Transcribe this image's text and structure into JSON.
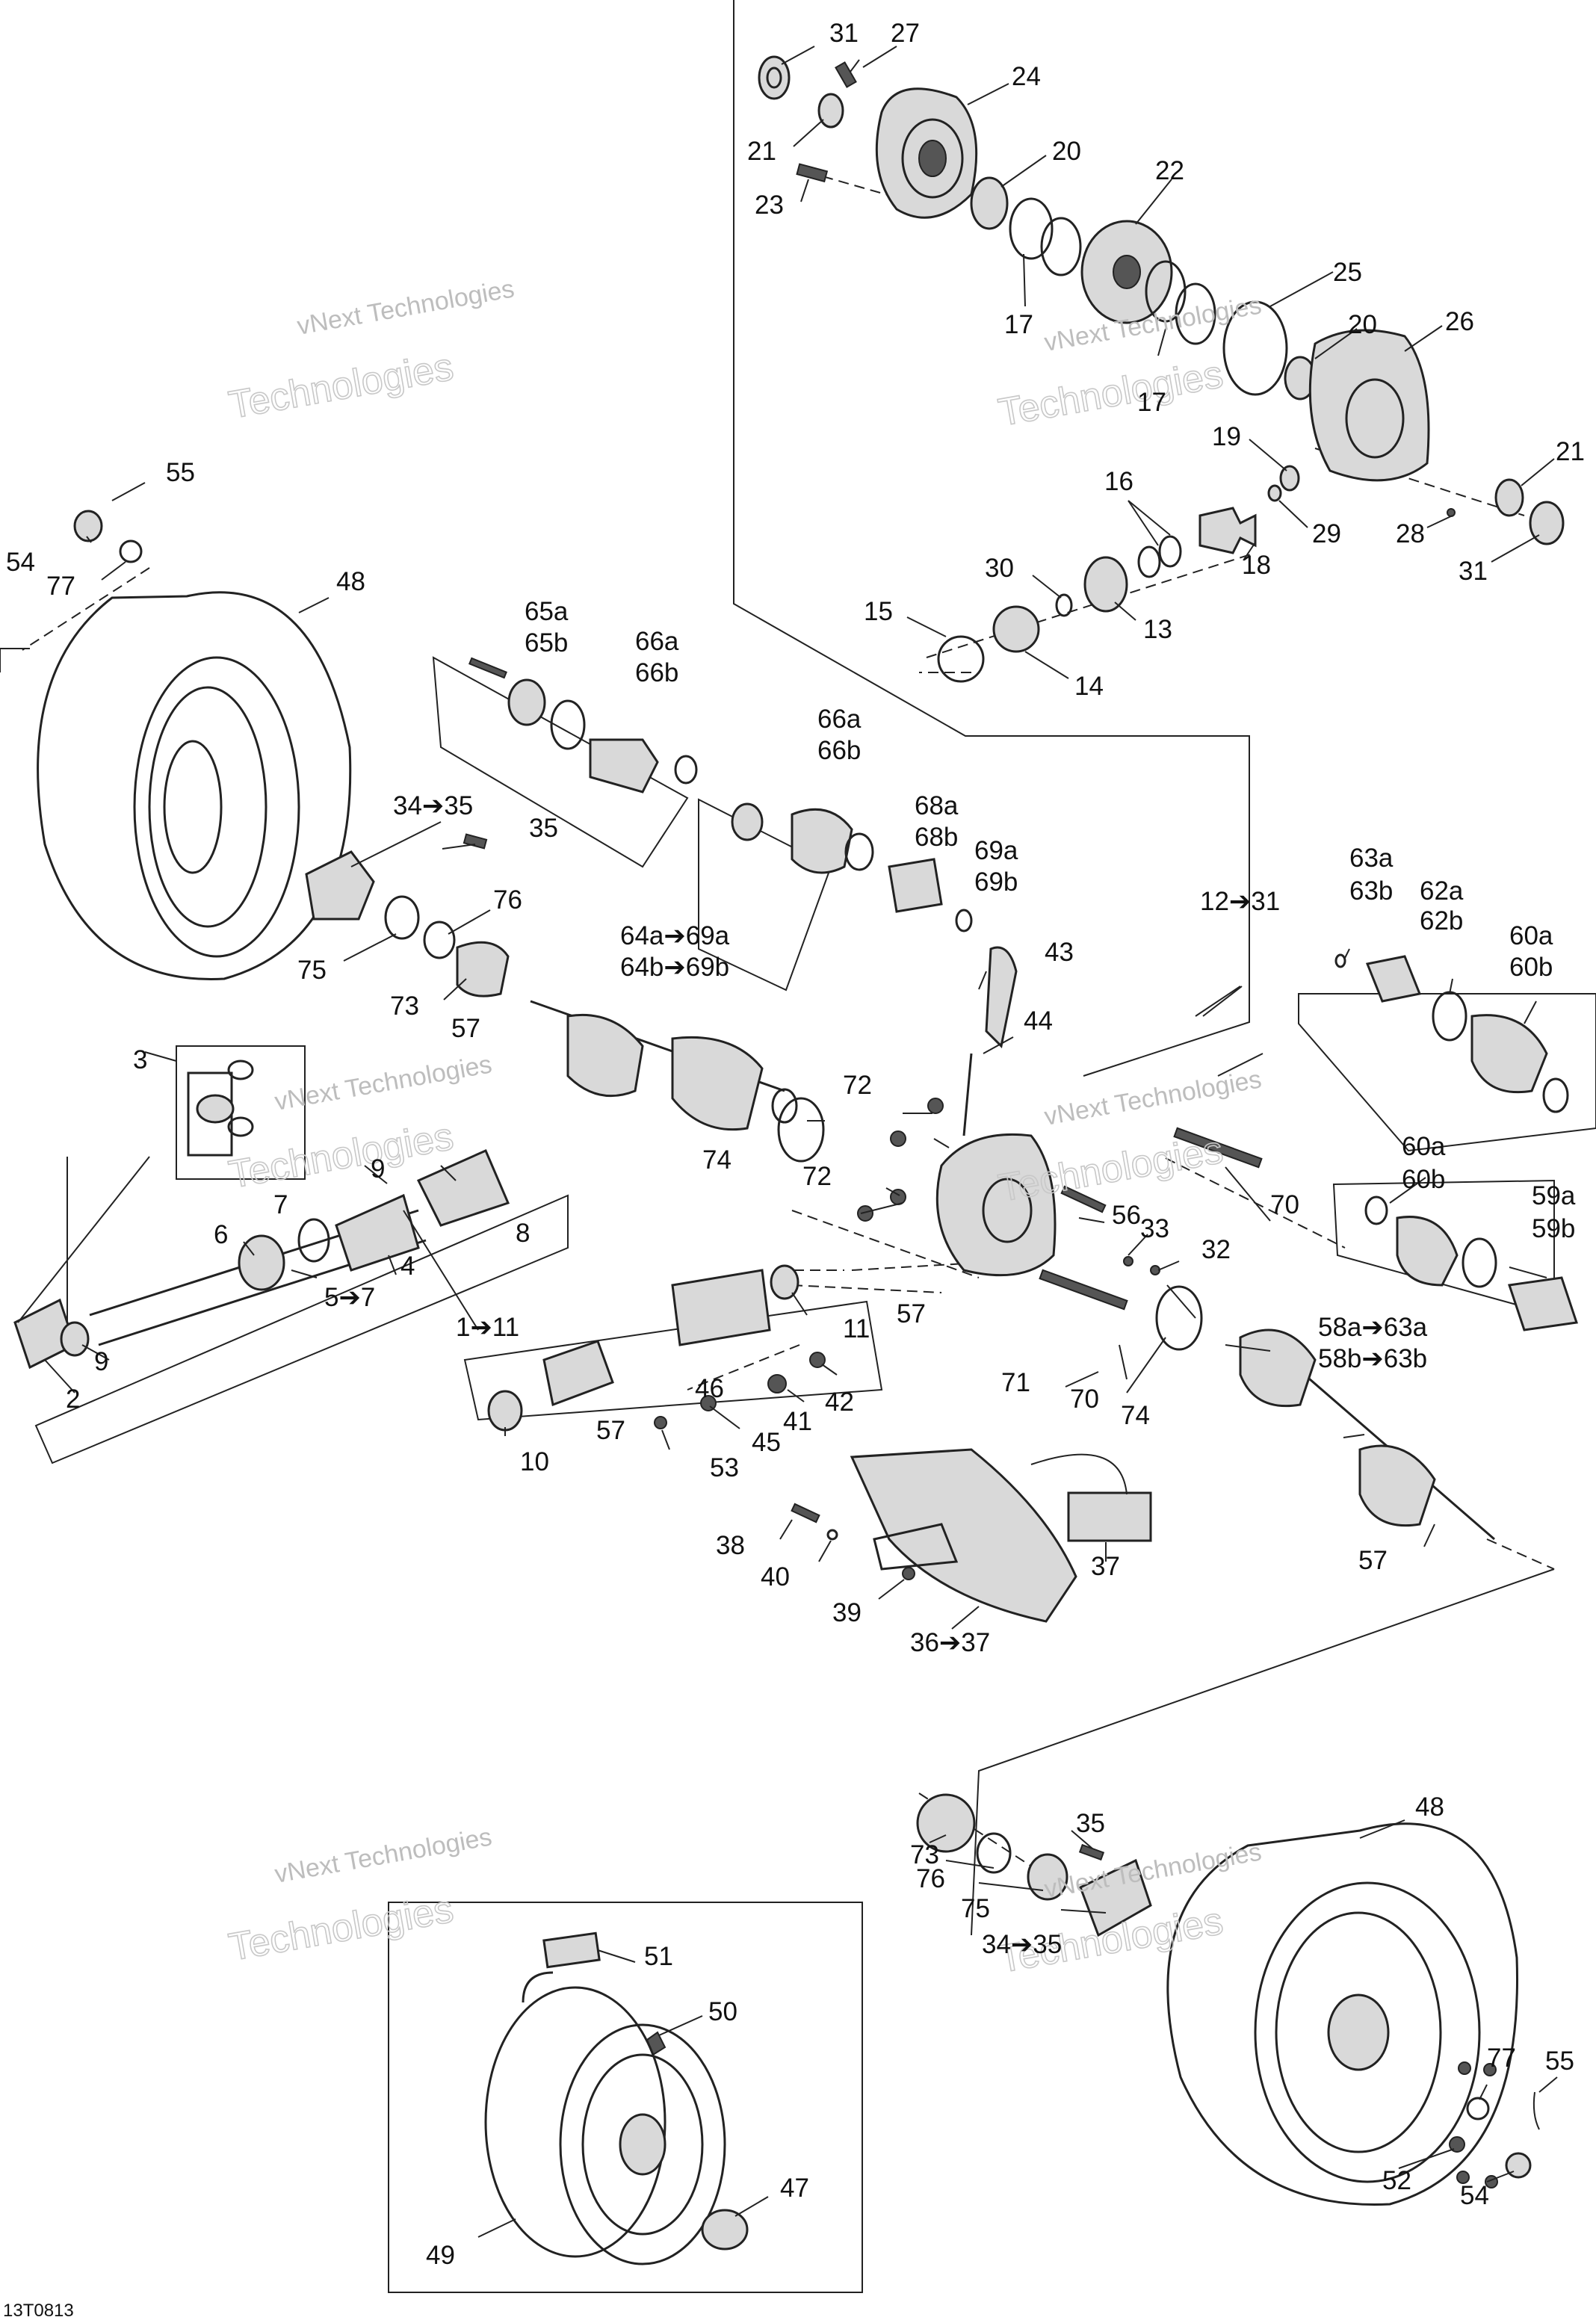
{
  "callouts": [
    "31",
    "27",
    "24",
    "21",
    "20",
    "23",
    "22",
    "17",
    "25",
    "20",
    "26",
    "17",
    "19",
    "21",
    "16",
    "29",
    "28",
    "31",
    "18",
    "30",
    "13",
    "15",
    "14",
    "55",
    "54",
    "77",
    "48",
    "65a",
    "65b",
    "66a",
    "66b",
    "66a",
    "66b",
    "68a",
    "68b",
    "69a",
    "69b",
    "34➔35",
    "35",
    "76",
    "75",
    "73",
    "57",
    "64a➔69a",
    "64b➔69b",
    "43",
    "44",
    "12➔31",
    "63a",
    "63b",
    "62a",
    "62b",
    "60a",
    "60b",
    "3",
    "72",
    "9",
    "7",
    "6",
    "4",
    "5➔7",
    "8",
    "74",
    "72",
    "56",
    "70",
    "33",
    "32",
    "60a",
    "60b",
    "59a",
    "59b",
    "11",
    "57",
    "1➔11",
    "9",
    "2",
    "46",
    "57",
    "42",
    "41",
    "45",
    "10",
    "53",
    "71",
    "70",
    "74",
    "58a➔63a",
    "58b➔63b",
    "38",
    "40",
    "39",
    "37",
    "36➔37",
    "57",
    "48",
    "73",
    "35",
    "76",
    "75",
    "34➔35",
    "51",
    "50",
    "77",
    "55",
    "49",
    "47",
    "52",
    "54"
  ],
  "watermark": {
    "line1": "vNext Technologies",
    "line2": "vNext Technologies",
    "line3": "Technologies"
  },
  "drawing_code": "13T0813",
  "colors": {
    "line": "#222222",
    "fill": "#d9d9d9",
    "watermark": "#bdbdbd"
  },
  "icons": {
    "lubricant": "oil-drop-icon",
    "range": "arrow-right-icon"
  }
}
